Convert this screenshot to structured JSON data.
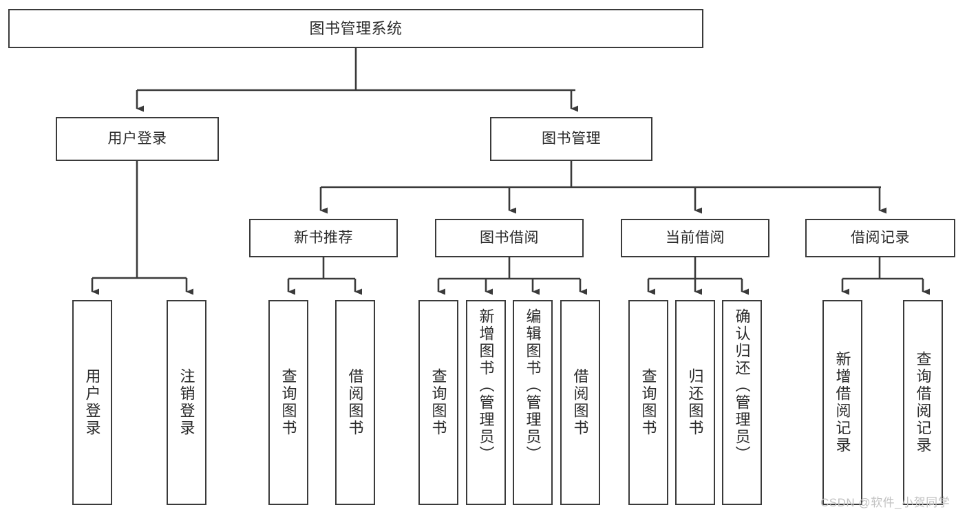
{
  "diagram": {
    "title": "图书管理系统",
    "type": "tree-hierarchy-chart",
    "orientation": "top-down",
    "line_color": "#3a3a3a",
    "box_fill": "#ffffff",
    "text_color": "#2b2b2b",
    "watermark": "CSDN @软件_小贺同学"
  },
  "nodes": {
    "root": {
      "label": "图书管理系统"
    },
    "tier2": [
      {
        "label": "用户登录"
      },
      {
        "label": "图书管理"
      }
    ],
    "tier3": [
      {
        "label": "新书推荐"
      },
      {
        "label": "图书借阅"
      },
      {
        "label": "当前借阅"
      },
      {
        "label": "借阅记录"
      }
    ],
    "leaves": {
      "user_login": [
        {
          "label": "用户登录"
        },
        {
          "label": "注销登录"
        }
      ],
      "new_book_recommend": [
        {
          "label": "查询图书"
        },
        {
          "label": "借阅图书"
        }
      ],
      "book_borrow": [
        {
          "label": "查询图书"
        },
        {
          "label": "新增图书（管理员）"
        },
        {
          "label": "编辑图书（管理员）"
        },
        {
          "label": "借阅图书"
        }
      ],
      "current_borrow": [
        {
          "label": "查询图书"
        },
        {
          "label": "归还图书"
        },
        {
          "label": "确认归还（管理员）"
        }
      ],
      "borrow_record": [
        {
          "label": "新增借阅记录"
        },
        {
          "label": "查询借阅记录"
        }
      ]
    }
  }
}
